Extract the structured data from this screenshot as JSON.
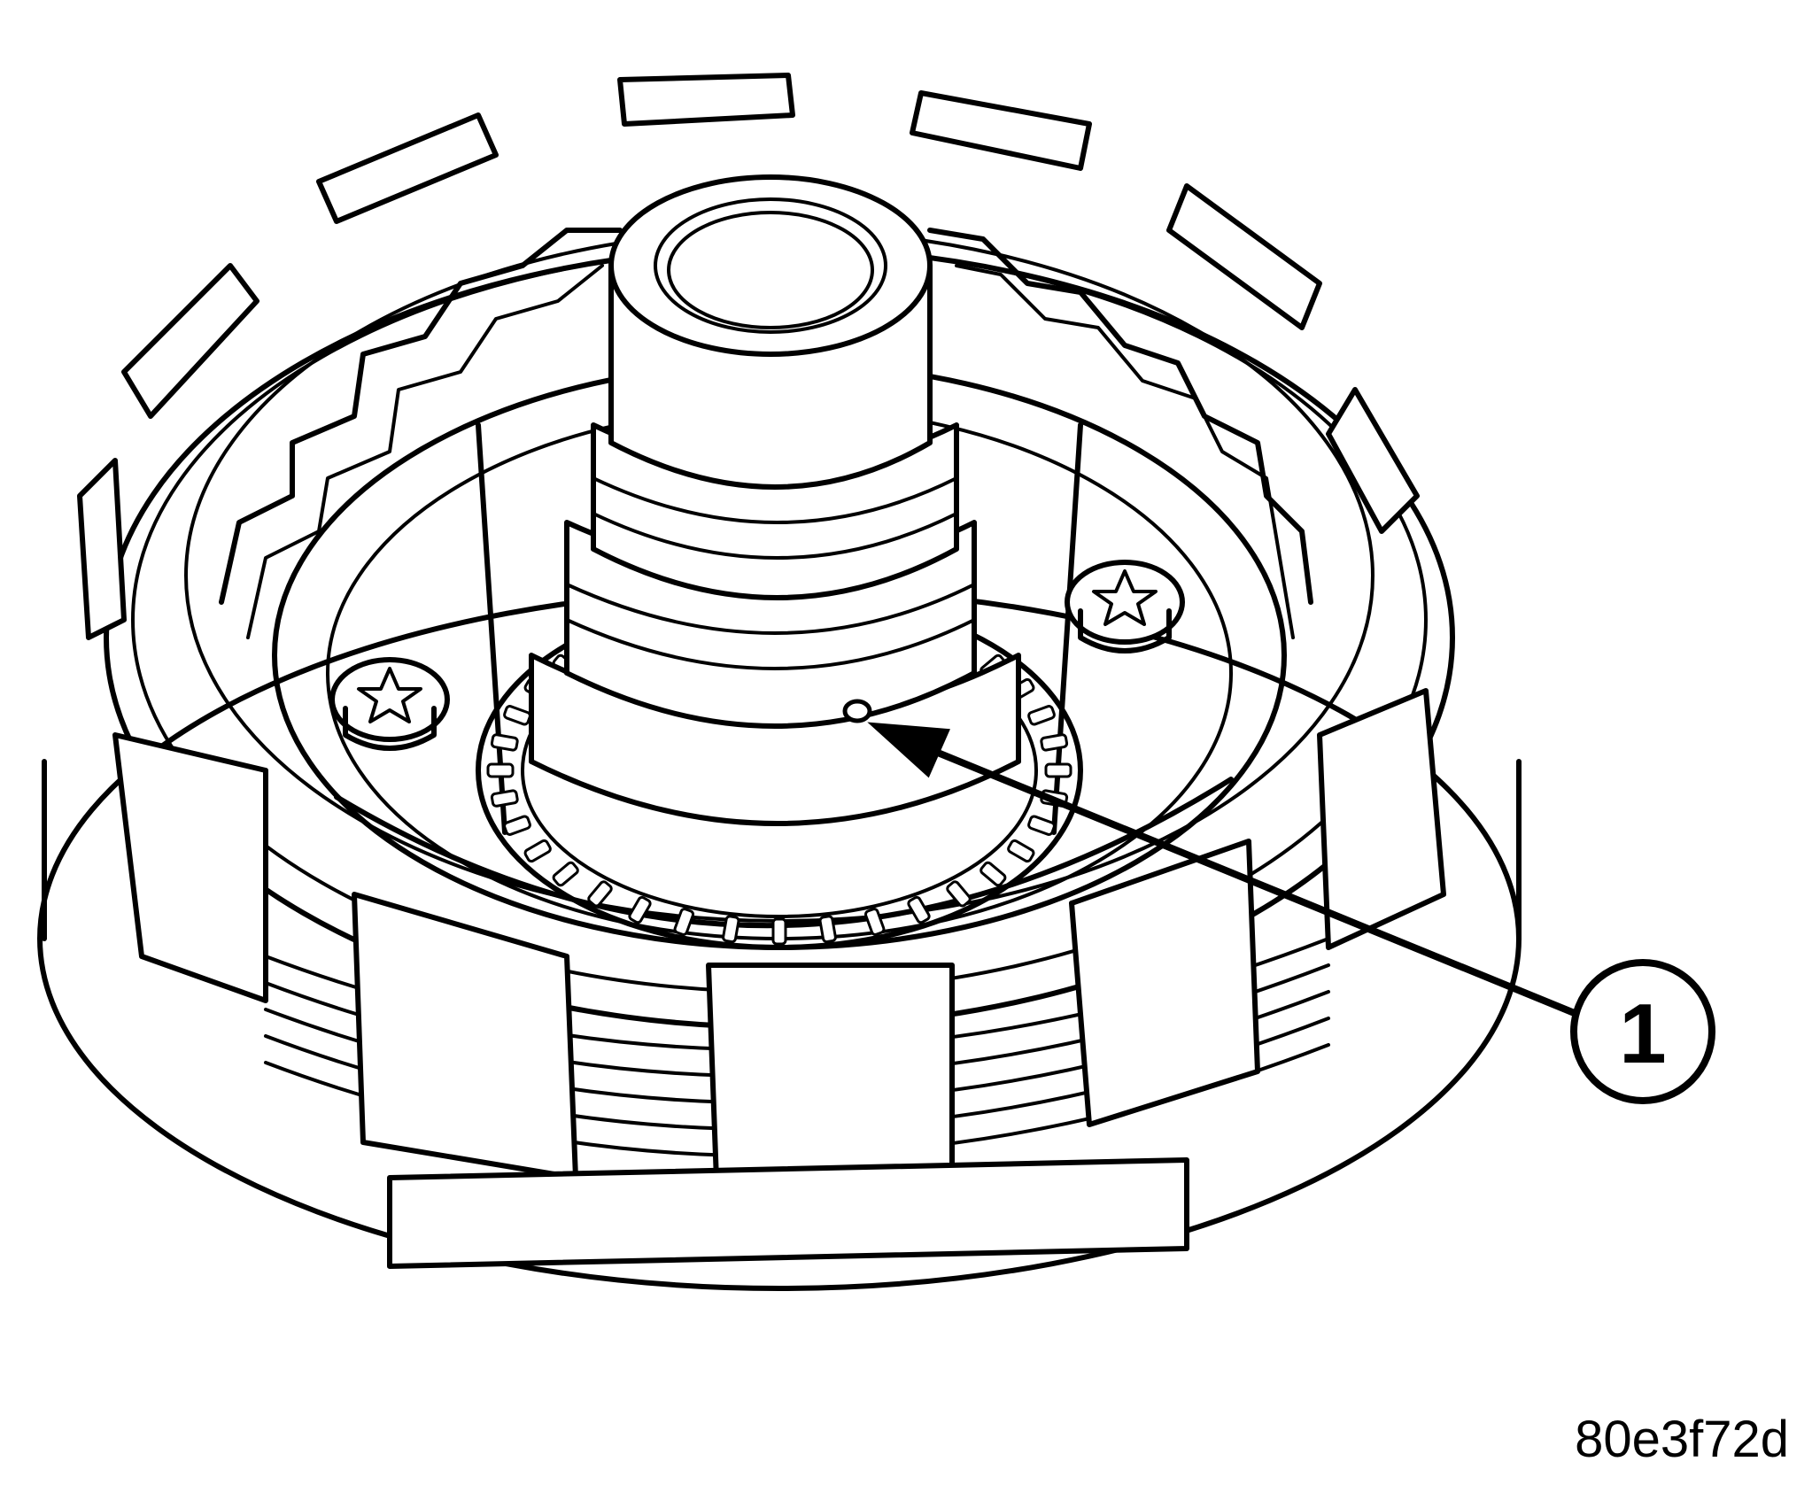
{
  "callouts": [
    {
      "number": "1",
      "target": "oil-hole"
    }
  ],
  "figure_id": "80e3f72d",
  "colors": {
    "ink": "#000000",
    "paper": "#ffffff"
  }
}
